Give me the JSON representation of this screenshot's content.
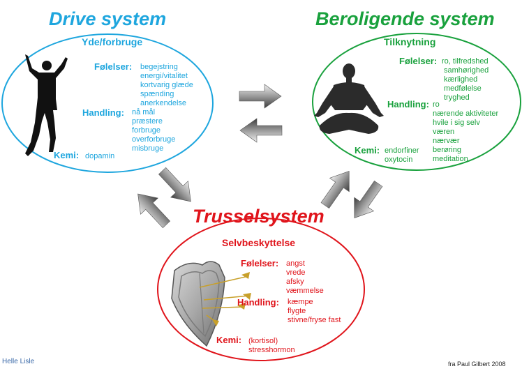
{
  "drive": {
    "title": "Drive system",
    "subtitle": "Yde/forbruge",
    "feelings_label": "Følelser:",
    "feelings": [
      "begejstring",
      "energi/vitalitet",
      "kortvarig glæde",
      "spænding",
      "anerkendelse"
    ],
    "action_label": "Handling:",
    "actions": [
      "nå mål",
      "præstere",
      "forbruge",
      "overforbruge",
      "misbruge"
    ],
    "chem_label": "Kemi:",
    "chem": [
      "dopamin"
    ],
    "color": "#1ea6de"
  },
  "soothing": {
    "title": "Beroligende system",
    "subtitle": "Tilknytning",
    "feelings_label": "Følelser:",
    "feelings": [
      "ro, tilfredshed",
      "samhørighed",
      "kærlighed",
      "medfølelse",
      "tryghed"
    ],
    "action_label": "Handling:",
    "actions": [
      "ro",
      "nærende aktiviteter",
      "hvile i sig selv",
      "væren",
      "nærvær",
      "berøring",
      "meditation"
    ],
    "chem_label": "Kemi:",
    "chem": [
      "endorfiner",
      "oxytocin"
    ],
    "color": "#19a13d"
  },
  "threat": {
    "title": "Trusselsystem",
    "subtitle": "Selvbeskyttelse",
    "feelings_label": "Følelser:",
    "feelings": [
      "angst",
      "vrede",
      "afsky",
      "væmmelse"
    ],
    "action_label": "Handling:",
    "actions": [
      "kæmpe",
      "flygte",
      "stivne/fryse fast"
    ],
    "chem_label": "Kemi:",
    "chem": [
      "(kortisol)",
      "stresshormon"
    ],
    "color": "#e0141b"
  },
  "footer": {
    "author": "Helle Lisle",
    "source": "fra Paul Gilbert 2008"
  },
  "icons": [
    "runner-icon",
    "meditation-icon",
    "shield-icon",
    "arrow-icon"
  ]
}
